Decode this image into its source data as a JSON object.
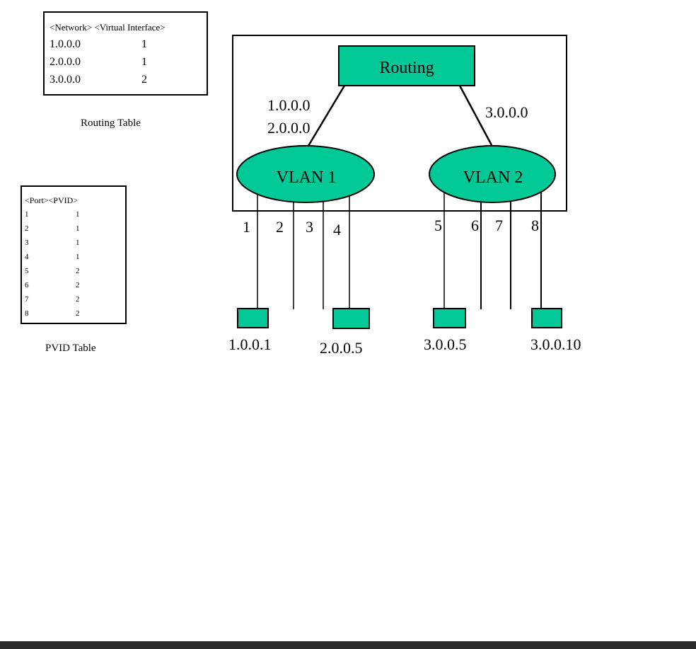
{
  "colors": {
    "fill": "#00c896",
    "stroke": "#000000"
  },
  "routing_table": {
    "header": "<Network> <Virtual Interface>",
    "rows": [
      {
        "network": "1.0.0.0",
        "vif": "1"
      },
      {
        "network": "2.0.0.0",
        "vif": "1"
      },
      {
        "network": "3.0.0.0",
        "vif": "2"
      }
    ],
    "caption": "Routing Table"
  },
  "pvid_table": {
    "header": "<Port><PVID>",
    "rows": [
      {
        "port": "1",
        "pvid": "1"
      },
      {
        "port": "2",
        "pvid": "1"
      },
      {
        "port": "3",
        "pvid": "1"
      },
      {
        "port": "4",
        "pvid": "1"
      },
      {
        "port": "5",
        "pvid": "2"
      },
      {
        "port": "6",
        "pvid": "2"
      },
      {
        "port": "7",
        "pvid": "2"
      },
      {
        "port": "8",
        "pvid": "2"
      }
    ],
    "caption": "PVID Table"
  },
  "switch": {
    "routing_label": "Routing",
    "vlan1_label": "VLAN 1",
    "vlan2_label": "VLAN 2",
    "link1_labels": [
      "1.0.0.0",
      "2.0.0.0"
    ],
    "link2_label": "3.0.0.0",
    "ports": [
      "1",
      "2",
      "3",
      "4",
      "5",
      "6",
      "7",
      "8"
    ]
  },
  "hosts": [
    "1.0.0.1",
    "2.0.0.5",
    "3.0.0.5",
    "3.0.0.10"
  ]
}
